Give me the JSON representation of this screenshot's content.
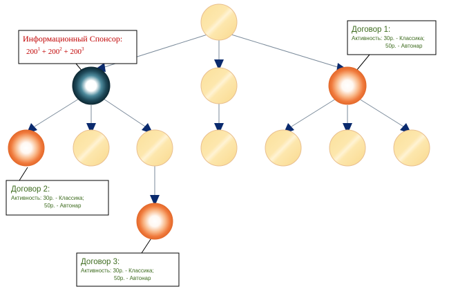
{
  "callouts": {
    "sponsor": {
      "title": "Информационный Спонсор:",
      "formula_base": "200",
      "exp1": "1",
      "exp2": "2",
      "exp3": "3",
      "plus": "+"
    },
    "contract1": {
      "title": "Договор 1:",
      "line1": "Активность: 30р. - Классика;",
      "line2": "50р. - Автонар"
    },
    "contract2": {
      "title": "Договор 2:",
      "line1": "Активность: 30р. - Классика;",
      "line2": "50р. - Автонар"
    },
    "contract3": {
      "title": "Договор 3:",
      "line1": "Активность: 30р. - Классика;",
      "line2": "50р. - Автонар"
    }
  },
  "colors": {
    "node_fill": "#fbe39f",
    "node_stroke": "#e9bf8f",
    "sponsor_dark": "#13323f",
    "contract_orange": "#f07a3c",
    "arrow": "#0a2a6e",
    "line": "#7a8a9a",
    "title_green": "#3d6b1e",
    "title_red": "#c00000"
  }
}
